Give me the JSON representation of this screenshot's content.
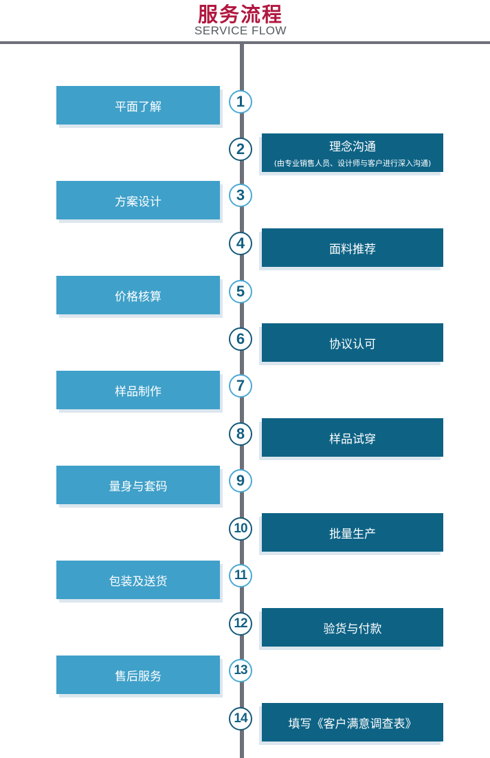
{
  "header": {
    "title": "服务流程",
    "subtitle": "SERVICE FLOW"
  },
  "steps": [
    {
      "num": "1",
      "label": "平面了解",
      "side": "left"
    },
    {
      "num": "2",
      "label": "理念沟通",
      "sub": "(由专业销售人员、设计师与客户进行深入沟通)",
      "side": "right"
    },
    {
      "num": "3",
      "label": "方案设计",
      "side": "left"
    },
    {
      "num": "4",
      "label": "面料推荐",
      "side": "right"
    },
    {
      "num": "5",
      "label": "价格核算",
      "side": "left"
    },
    {
      "num": "6",
      "label": "协议认可",
      "side": "right"
    },
    {
      "num": "7",
      "label": "样品制作",
      "side": "left"
    },
    {
      "num": "8",
      "label": "样品试穿",
      "side": "right"
    },
    {
      "num": "9",
      "label": "量身与套码",
      "side": "left"
    },
    {
      "num": "10",
      "label": "批量生产",
      "side": "right"
    },
    {
      "num": "11",
      "label": "包装及送货",
      "side": "left"
    },
    {
      "num": "12",
      "label": "验货与付款",
      "side": "right"
    },
    {
      "num": "13",
      "label": "售后服务",
      "side": "left"
    },
    {
      "num": "14",
      "label": "填写《客户满意调查表》",
      "side": "right"
    }
  ],
  "colors": {
    "title": "#b0173f",
    "left_box": "#3fa0c9",
    "right_box": "#0e6385",
    "timeline": "#6d7079"
  }
}
